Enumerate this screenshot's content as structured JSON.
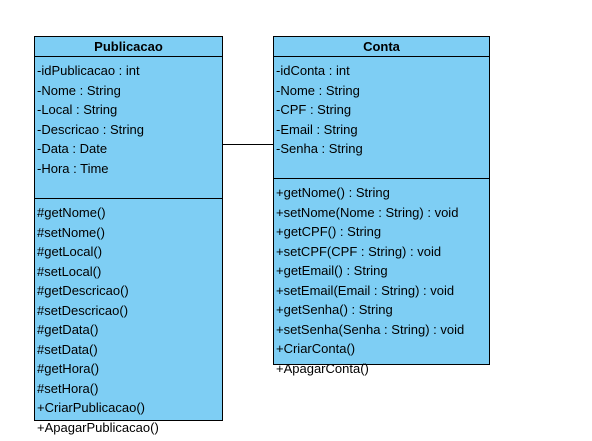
{
  "classes": [
    {
      "id": "publicacao",
      "name": "Publicacao",
      "attributes": [
        "-idPublicacao : int",
        "-Nome : String",
        "-Local : String",
        "-Descricao : String",
        "-Data : Date",
        "-Hora : Time"
      ],
      "operations": [
        "#getNome()",
        "#setNome()",
        "#getLocal()",
        "#setLocal()",
        "#getDescricao()",
        "#setDescricao()",
        "#getData()",
        "#setData()",
        "#getHora()",
        "#setHora()",
        "+CriarPublicacao()",
        "+ApagarPublicacao()"
      ]
    },
    {
      "id": "conta",
      "name": "Conta",
      "attributes": [
        "-idConta : int",
        "-Nome : String",
        "-CPF : String",
        "-Email : String",
        "-Senha : String"
      ],
      "operations": [
        "+getNome() : String",
        "+setNome(Nome : String) : void",
        "+getCPF() : String",
        "+setCPF(CPF : String) : void",
        "+getEmail() : String",
        "+setEmail(Email : String) : void",
        "+getSenha() : String",
        "+setSenha(Senha : String) : void",
        "+CriarConta()",
        "+ApagarConta()"
      ]
    }
  ],
  "association": {
    "from": "Publicacao",
    "to": "Conta"
  },
  "colors": {
    "class_fill": "#7ecef4",
    "border": "#000000",
    "background": "#ffffff"
  }
}
